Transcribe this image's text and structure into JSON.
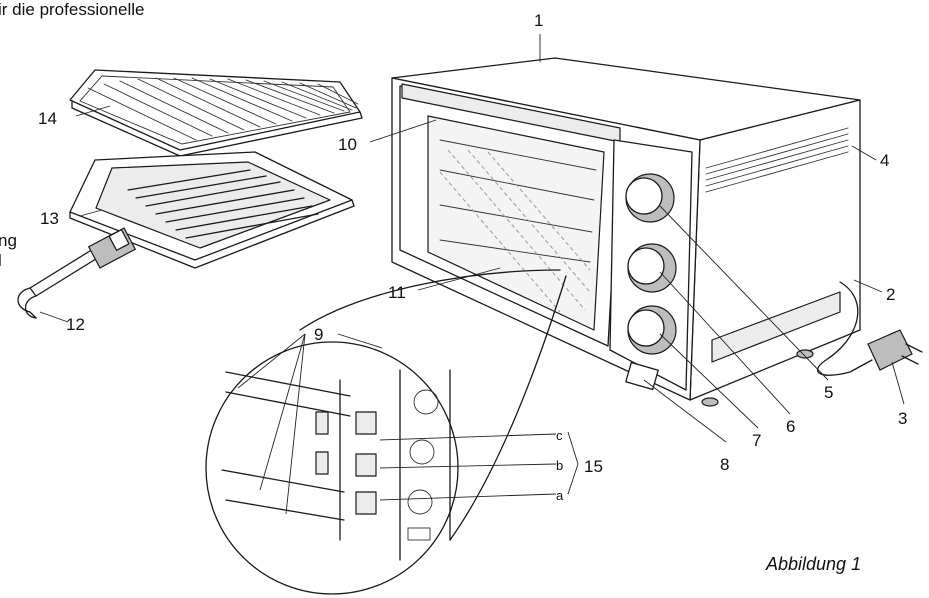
{
  "header_fragment": "ir die professionelle",
  "side_fragment_top": "ng",
  "side_fragment_bottom": "l",
  "caption": "Abbildung 1",
  "callouts": {
    "n1": "1",
    "n2": "2",
    "n3": "3",
    "n4": "4",
    "n5": "5",
    "n6": "6",
    "n7": "7",
    "n8": "8",
    "n9": "9",
    "n10": "10",
    "n11": "11",
    "n12": "12",
    "n13": "13",
    "n14": "14",
    "n15": "15"
  },
  "rack_positions": {
    "a": "a",
    "b": "b",
    "c": "c"
  }
}
